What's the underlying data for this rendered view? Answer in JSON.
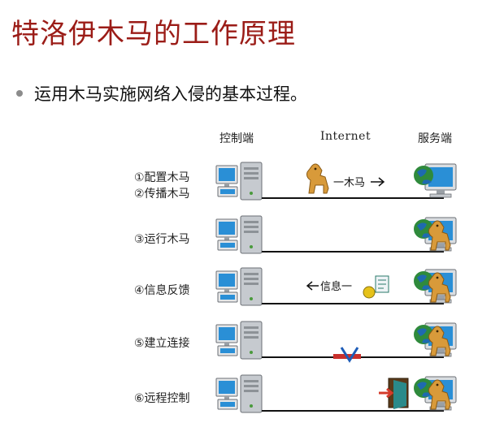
{
  "title": "特洛伊木马的工作原理",
  "bullet": "运用木马实施网络入侵的基本过程。",
  "columns": {
    "client": "控制端",
    "internet": "Internet",
    "server": "服务端"
  },
  "steps": [
    {
      "lines": [
        "①配置木马",
        "②传播木马"
      ]
    },
    {
      "lines": [
        "③运行木马"
      ]
    },
    {
      "lines": [
        "④信息反馈"
      ]
    },
    {
      "lines": [
        "⑤建立连接"
      ]
    },
    {
      "lines": [
        "⑥远程控制"
      ]
    }
  ],
  "messages": {
    "trojan": "一木马",
    "info": "信息一"
  },
  "colors": {
    "title": "#9b1c17",
    "line": "#111111",
    "monitor": "#2a8fd6",
    "tower": "#bfc3c8",
    "horse": "#d89a3a",
    "globe": "#2f8a3c"
  }
}
